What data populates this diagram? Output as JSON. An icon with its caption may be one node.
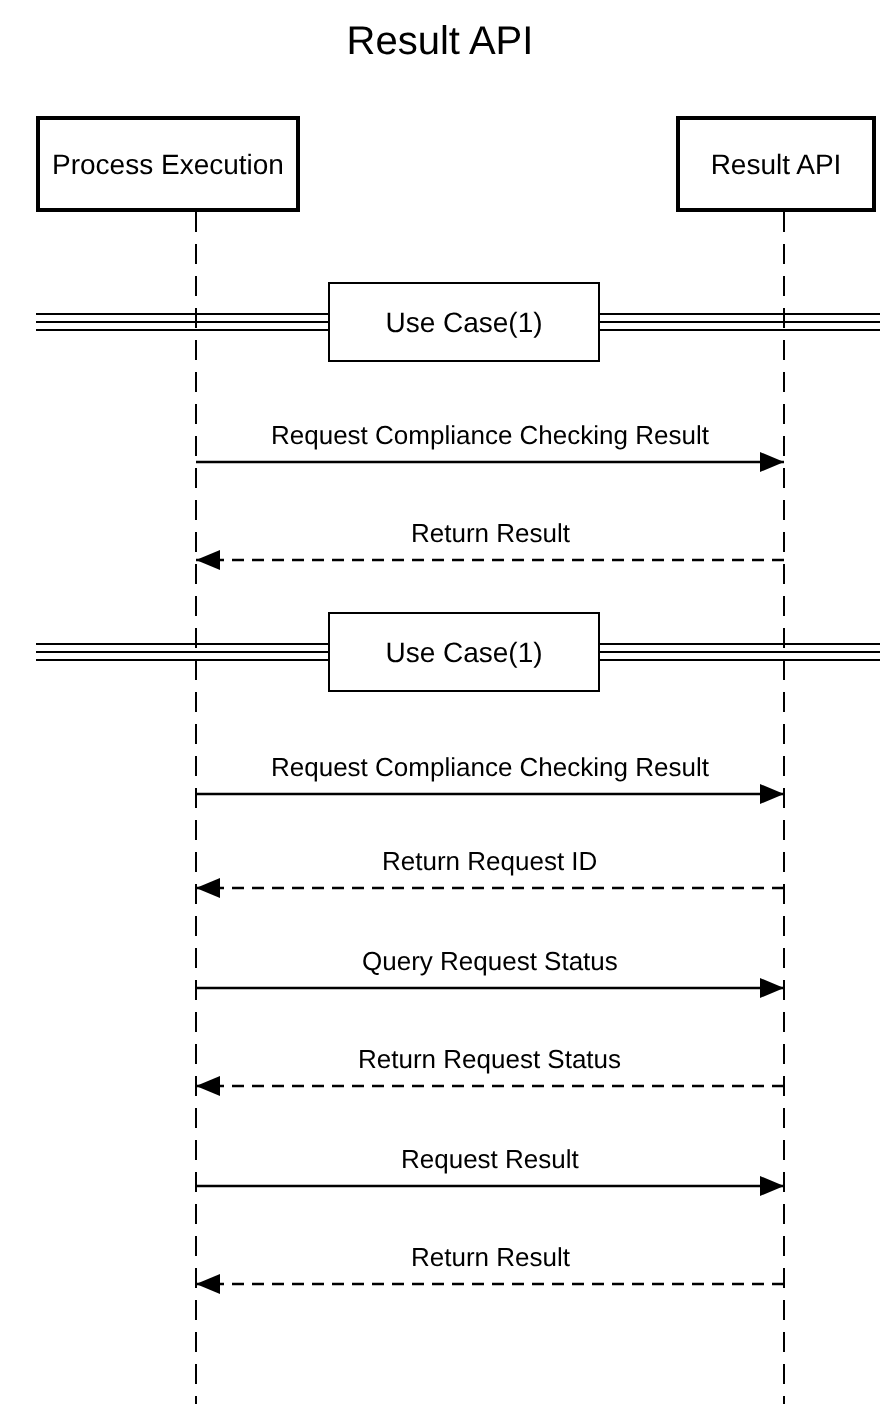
{
  "diagram": {
    "title": "Result API",
    "nodes": [
      {
        "text": [
          "Process Execution"
        ]
      },
      {
        "text": [
          "Result API"
        ]
      },
      {
        "text": [
          "Use Case(1)"
        ]
      },
      {
        "text": [
          "Use Case(1)"
        ]
      }
    ],
    "edges": [
      {
        "from": 0,
        "to": 1,
        "arrow": "to",
        "label": "Request Compliance Checking Result"
      },
      {
        "from": 1,
        "to": 0,
        "arrow": "to",
        "label": "Return Result",
        "style": "dashed"
      },
      {
        "from": 0,
        "to": 1,
        "arrow": "to",
        "label": "Request Compliance Checking Result"
      },
      {
        "from": 1,
        "to": 0,
        "arrow": "to",
        "label": "Return Request ID",
        "style": "dashed"
      },
      {
        "from": 0,
        "to": 1,
        "arrow": "to",
        "label": "Query Request Status"
      },
      {
        "from": 1,
        "to": 0,
        "arrow": "to",
        "label": "Return Request Status",
        "style": "dashed"
      },
      {
        "from": 0,
        "to": 1,
        "arrow": "to",
        "label": "Request Result"
      },
      {
        "from": 1,
        "to": 0,
        "arrow": "to",
        "label": "Return Result",
        "style": "dashed"
      }
    ]
  }
}
